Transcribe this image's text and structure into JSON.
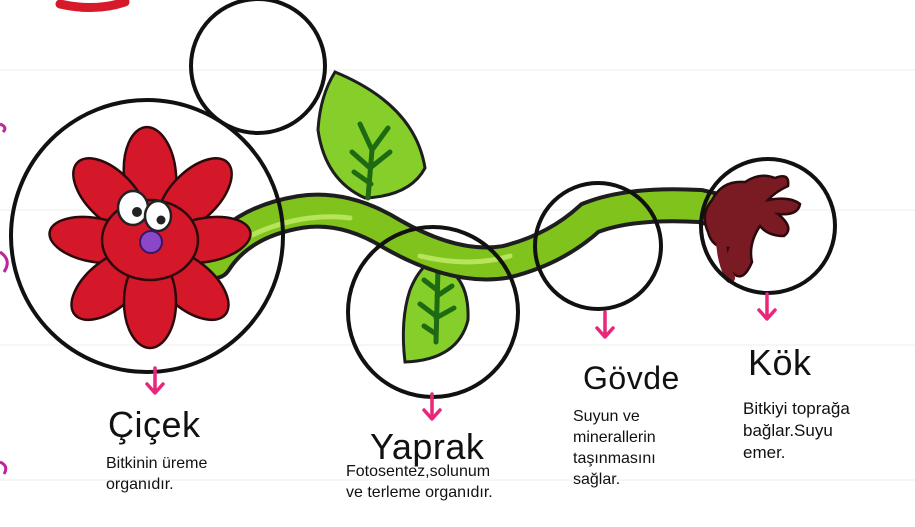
{
  "parts": [
    {
      "name": "Çiçek",
      "description_lines": [
        "Bitkinin üreme",
        "organıdır."
      ]
    },
    {
      "name": "Yaprak",
      "description_lines": [
        "Fotosentez,solunum",
        "ve terleme organıdır."
      ]
    },
    {
      "name": "Gövde",
      "description_lines": [
        "Suyun ve",
        "minerallerin",
        "taşınmasını",
        "sağlar."
      ]
    },
    {
      "name": "Kök",
      "description_lines": [
        "Bitkiyi toprağa",
        "bağlar.Suyu",
        "emer."
      ]
    }
  ],
  "colors": {
    "arrow": "#e8277a",
    "stem": "#7fc31c",
    "flower": "#d5172a",
    "root": "#7a1a22",
    "leaf": "#86cf2a"
  }
}
